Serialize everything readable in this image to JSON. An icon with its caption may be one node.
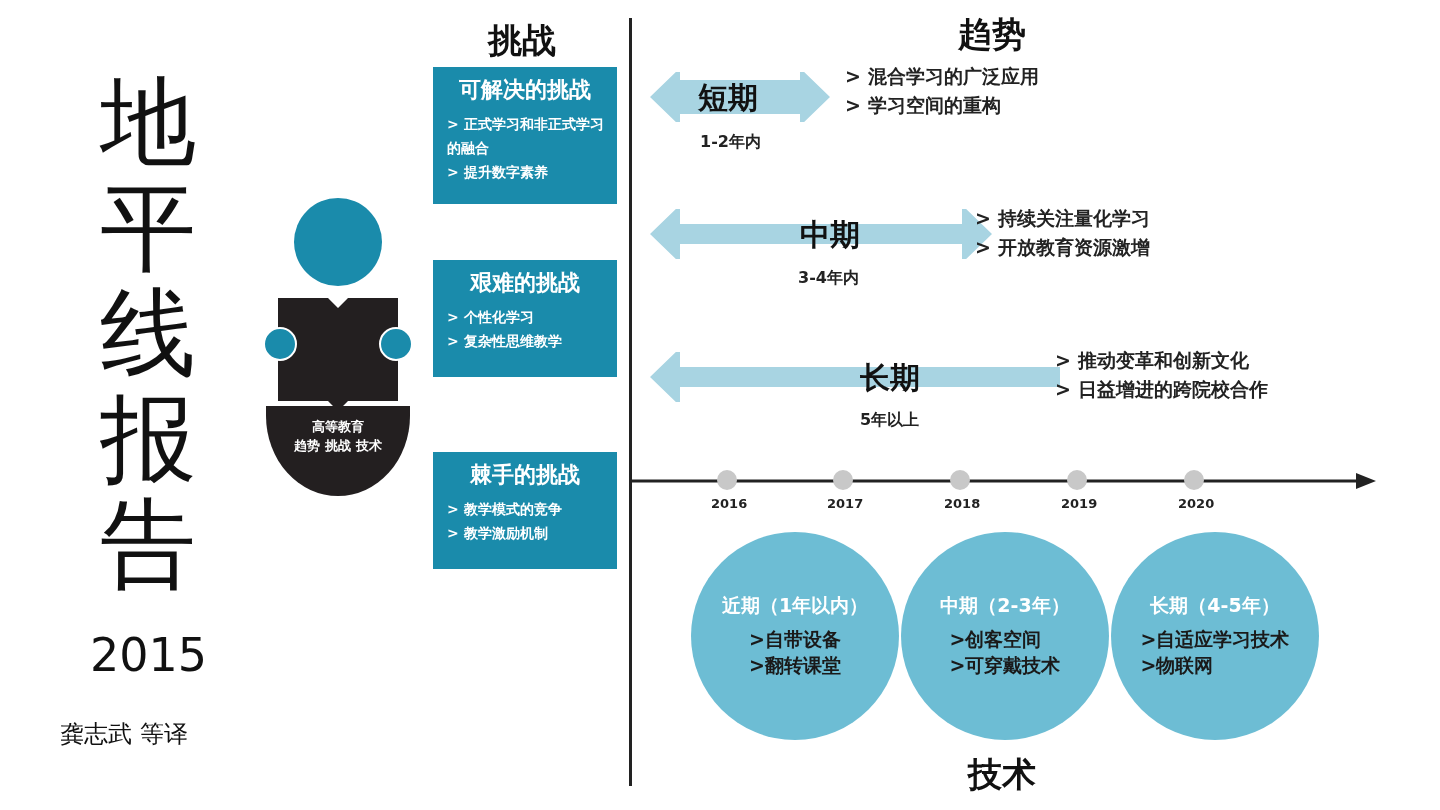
{
  "diagram": {
    "title": "地平线报告",
    "nodes": [
      {
        "text": [
          "高等教育",
          "趋势 挑战 技术"
        ]
      },
      {
        "text": [
          "可解决的挑战",
          "> 正式学习和非正式学习的融合",
          "> 提升数字素养"
        ]
      },
      {
        "text": [
          "艰难的挑战",
          "> 个性化学习",
          "> 复杂性思维教学"
        ]
      },
      {
        "text": [
          "棘手的挑战",
          "> 教学模式的竞争",
          "> 教学激励机制"
        ]
      },
      {
        "text": [
          "短期"
        ],
        "beside": [
          "1-2年内",
          "> 混合学习的广泛应用",
          "> 学习空间的重构"
        ]
      },
      {
        "text": [
          "中期"
        ],
        "beside": [
          "3-4年内",
          "> 持续关注量化学习",
          "> 开放教育资源激增"
        ]
      },
      {
        "text": [
          "长期"
        ],
        "beside": [
          "5年以上",
          "> 推动变革和创新文化",
          "> 日益增进的跨院校合作"
        ]
      },
      {
        "text": [
          "近期（1年以内）",
          ">自带设备",
          ">翻转课堂"
        ]
      },
      {
        "text": [
          "中期（2-3年）",
          ">创客空间",
          ">可穿戴技术"
        ]
      },
      {
        "text": [
          "长期（4-5年）",
          ">自适应学习技术",
          ">物联网"
        ]
      }
    ],
    "labels": [
      "2015",
      "龚志武 等译",
      "挑战",
      "趋势",
      "2016",
      "2017",
      "2018",
      "2019",
      "2020",
      "技术"
    ]
  }
}
